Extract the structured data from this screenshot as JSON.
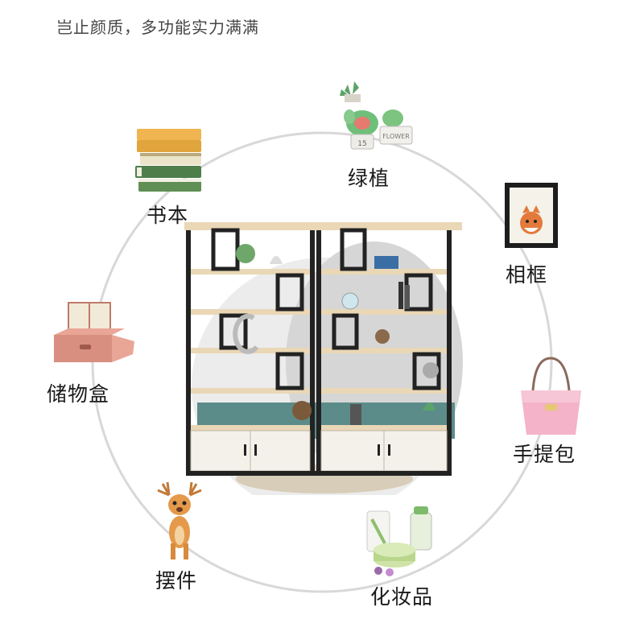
{
  "headline": "岂止颜质，多功能实力满满",
  "items": [
    {
      "label": "书本",
      "icon": "books-icon"
    },
    {
      "label": "绿植",
      "icon": "plants-icon"
    },
    {
      "label": "相框",
      "icon": "picture-frame-icon"
    },
    {
      "label": "手提包",
      "icon": "handbag-icon"
    },
    {
      "label": "化妆品",
      "icon": "cosmetics-icon"
    },
    {
      "label": "摆件",
      "icon": "deer-ornament-icon"
    },
    {
      "label": "储物盒",
      "icon": "storage-box-icon"
    }
  ],
  "product": {
    "name": "shelf",
    "icon": "bookshelf-icon"
  },
  "decor_text": {
    "flower": "FLOWER",
    "pot_number": "15"
  },
  "colors": {
    "ring": "#d8d8d8",
    "frame": "#222222",
    "shelf_wood": "#e9d7b6",
    "cabinet": "#f4f1ea",
    "accent_bag": "#f4b3c8"
  }
}
